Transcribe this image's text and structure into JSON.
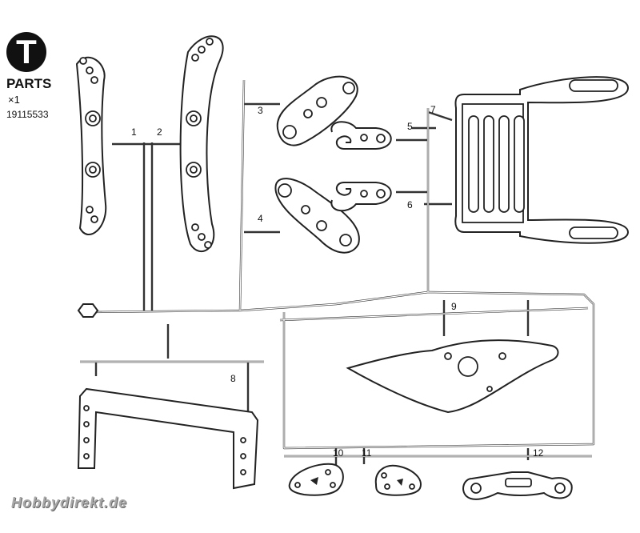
{
  "sheet": {
    "letter": "T",
    "title": "PARTS",
    "quantity": "×1",
    "code": "19115533"
  },
  "part_numbers": {
    "p1": "1",
    "p2": "2",
    "p3": "3",
    "p4": "4",
    "p5": "5",
    "p6": "6",
    "p7": "7",
    "p8": "8",
    "p9": "9",
    "p10": "10",
    "p11": "11",
    "p12": "12"
  },
  "watermark": "Hobbydirekt.de"
}
